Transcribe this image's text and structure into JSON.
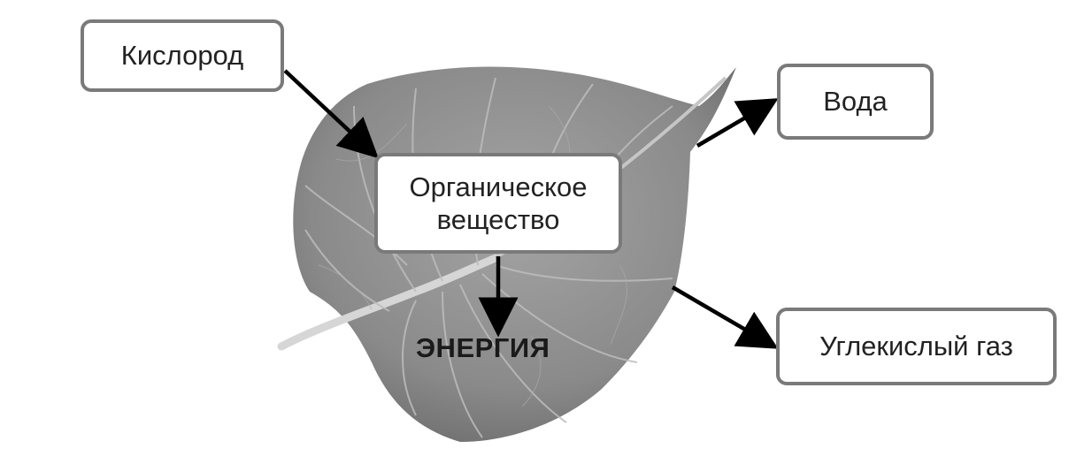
{
  "nodes": {
    "oxygen": "Кислород",
    "water": "Вода",
    "organic_line1": "Органическое",
    "organic_line2": "вещество",
    "co2": "Углекислый газ",
    "energy": "ЭНЕРГИЯ"
  },
  "colors": {
    "leaf_fill": "#8c8c8c",
    "leaf_vein": "#c8c8c8",
    "box_border": "#7a7a7a",
    "arrow": "#000000"
  },
  "image": {
    "background_picture": "leaf-photo"
  }
}
